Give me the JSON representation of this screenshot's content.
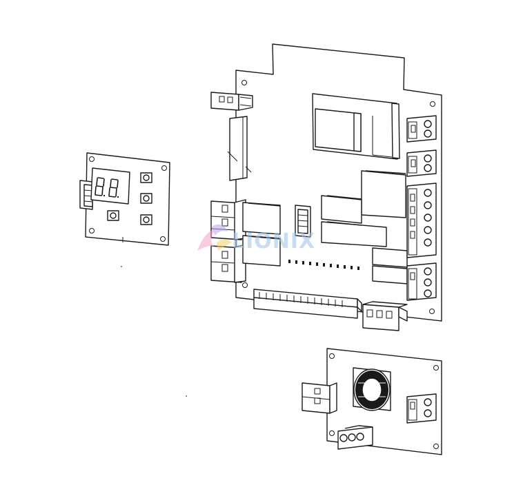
{
  "watermark": {
    "text": "LIONIX",
    "color": "#9cc3e8"
  },
  "parts": {
    "display_board": {
      "digits": "00",
      "buttons": 4
    },
    "main_board": {
      "screw_terminals_right": 4,
      "relays": 5
    },
    "filter_board": {
      "toroid": true
    }
  },
  "colors": {
    "line": "#1a1a1a",
    "fill": "#ffffff"
  }
}
